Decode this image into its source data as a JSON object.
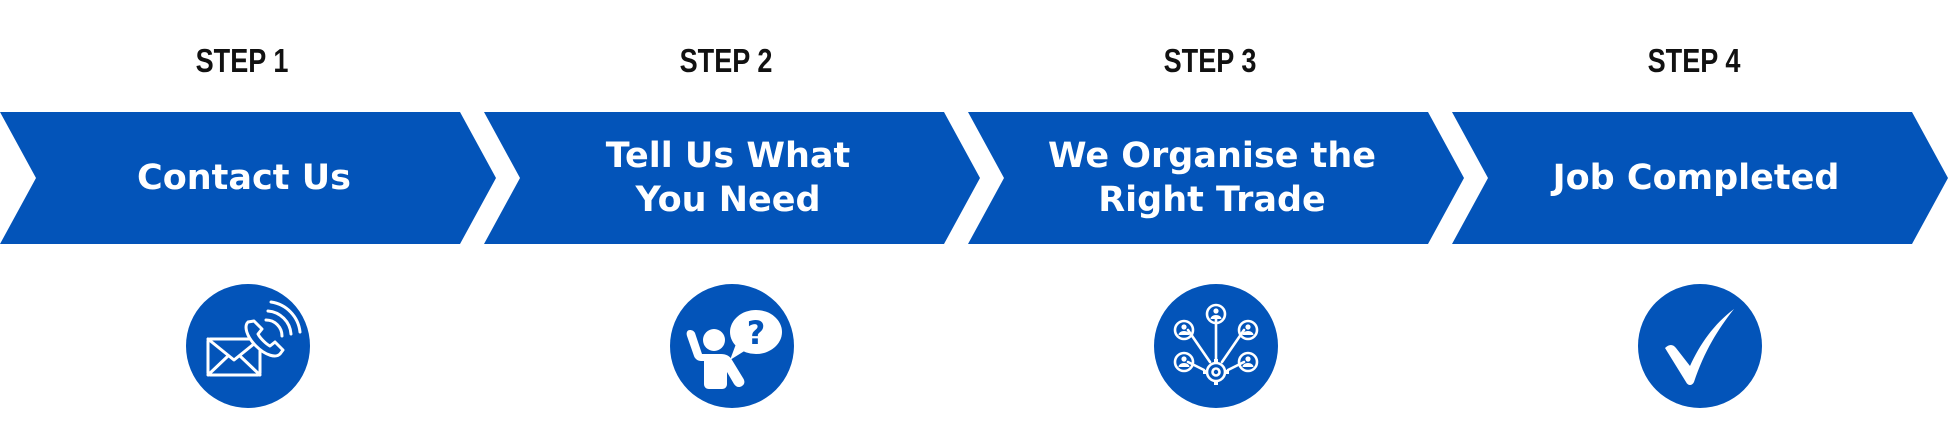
{
  "theme": {
    "accent": "#0354B9",
    "text_dark": "#111111",
    "label_color": "#FFFFFF"
  },
  "steps": [
    {
      "number": "STEP 1",
      "label": "Contact Us",
      "icon": "envelope-phone-icon"
    },
    {
      "number": "STEP 2",
      "label": "Tell Us What\nYou Need",
      "icon": "person-question-icon"
    },
    {
      "number": "STEP 3",
      "label": "We Organise the\nRight Trade",
      "icon": "network-gear-icon"
    },
    {
      "number": "STEP 4",
      "label": "Job Completed",
      "icon": "checkmark-icon"
    }
  ]
}
